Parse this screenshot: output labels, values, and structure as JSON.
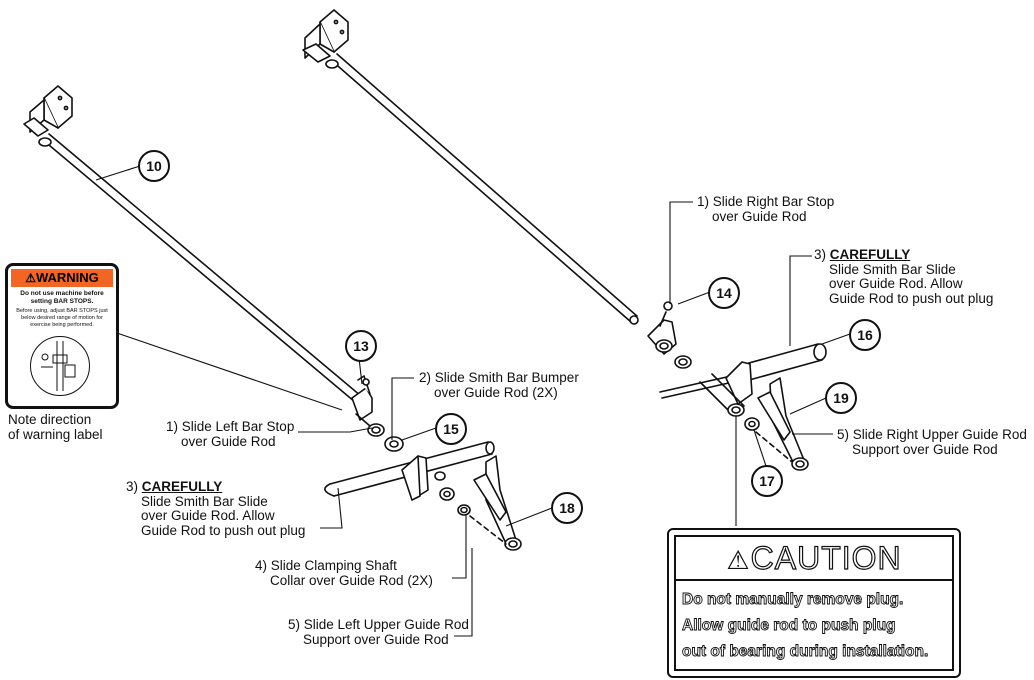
{
  "callouts": {
    "c10": "10",
    "c13": "13",
    "c14": "14",
    "c15": "15",
    "c16": "16",
    "c17": "17",
    "c18": "18",
    "c19": "19"
  },
  "warning_label": {
    "header": "WARNING",
    "line1": "Do not use machine before setting BAR STOPS.",
    "line2": "Before using, adjust BAR STOPS just below desired range of motion for exercise being performed.",
    "note_line1": "Note direction",
    "note_line2": "of warning label"
  },
  "steps_left": {
    "s1_line1": "1) Slide Left Bar Stop",
    "s1_line2": "over Guide Rod",
    "s2_line1": "2) Slide Smith Bar Bumper",
    "s2_line2": "over Guide Rod (2X)",
    "s3_prefix": "3) ",
    "s3_emph": "CAREFULLY",
    "s3_line2": "Slide Smith Bar Slide",
    "s3_line3": "over Guide Rod. Allow",
    "s3_line4": "Guide Rod to push out plug",
    "s4_line1": "4) Slide Clamping Shaft",
    "s4_line2": "Collar over Guide Rod (2X)",
    "s5_line1": "5) Slide Left Upper Guide Rod",
    "s5_line2": "Support over Guide Rod"
  },
  "steps_right": {
    "s1_line1": "1) Slide Right Bar Stop",
    "s1_line2": "over Guide Rod",
    "s3_prefix": "3) ",
    "s3_emph": "CAREFULLY",
    "s3_line2": "Slide Smith Bar Slide",
    "s3_line3": "over Guide Rod.  Allow",
    "s3_line4": "Guide Rod to push out plug",
    "s5_line1": "5) Slide Right Upper Guide Rod",
    "s5_line2": "Support over Guide Rod"
  },
  "caution_label": {
    "title": "CAUTION",
    "line1": "Do not manually remove plug.",
    "line2": "Allow guide rod to push plug",
    "line3": "out of bearing during installation."
  }
}
